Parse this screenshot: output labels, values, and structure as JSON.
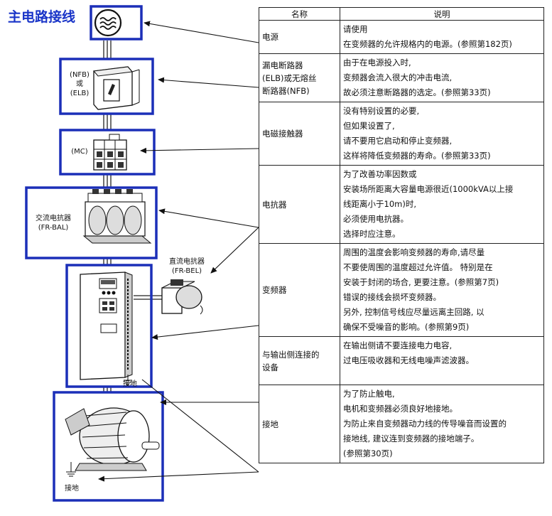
{
  "title": "主电路接线",
  "labels": {
    "nfb": [
      "(NFB)",
      "或",
      "(ELB)"
    ],
    "mc": "(MC)",
    "ac_reactor": [
      "交流电抗器",
      "(FR-BAL)"
    ],
    "dc_reactor": [
      "直流电抗器",
      "(FR-BEL)"
    ],
    "inverter_ground": "接地",
    "motor_ground": "接地"
  },
  "table": {
    "headers": {
      "name": "名称",
      "desc": "说明"
    },
    "rows": [
      {
        "name": [
          "电源"
        ],
        "desc": [
          "请使用",
          "在变频器的允许规格内的电源。(参照第182页)"
        ]
      },
      {
        "name": [
          "漏电断路器",
          "(ELB)或无熔丝",
          "断路器(NFB)"
        ],
        "desc": [
          "由于在电源投入时,",
          "变频器会流入很大的冲击电流,",
          "故必须注意断路器的选定。(参照第33页)"
        ]
      },
      {
        "name": [
          "电磁接触器"
        ],
        "desc": [
          "没有特别设置的必要,",
          "但如果设置了,",
          "请不要用它启动和停止变频器,",
          "这样将降低变频器的寿命。(参照第33页)"
        ]
      },
      {
        "name": [
          "电抗器"
        ],
        "desc": [
          "为了改善功率因数或",
          "安装场所距离大容量电源很近(1000kVA以上接",
          "线距离小于10m)时,",
          "必须使用电抗器。",
          "选择时应注意。"
        ]
      },
      {
        "name": [
          "变频器"
        ],
        "desc": [
          "周围的温度会影响变频器的寿命,请尽量",
          "不要使周围的温度超过允许值。 特别是在",
          "安装于封闭的场合, 更要注意。(参照第7页)",
          "错误的接线会损坏变频器。",
          "另外, 控制信号线应尽量远离主回路, 以",
          "确保不受噪音的影响。(参照第9页)"
        ]
      },
      {
        "name": [
          "与输出侧连接的",
          "设备"
        ],
        "desc": [
          "在输出侧请不要连接电力电容,",
          "过电压吸收器和无线电噪声滤波器。"
        ]
      },
      {
        "name": [
          "接地"
        ],
        "desc": [
          "为了防止触电,",
          "电机和变频器必须良好地接地。",
          "为防止来自变频器动力线的传导噪音而设置的",
          "接地线, 建议连到变频器的接地端子。",
          " (参照第30页)"
        ]
      }
    ]
  },
  "colors": {
    "accent": "#1a35c8",
    "frame": "#1b2fb8",
    "line": "#222222"
  }
}
